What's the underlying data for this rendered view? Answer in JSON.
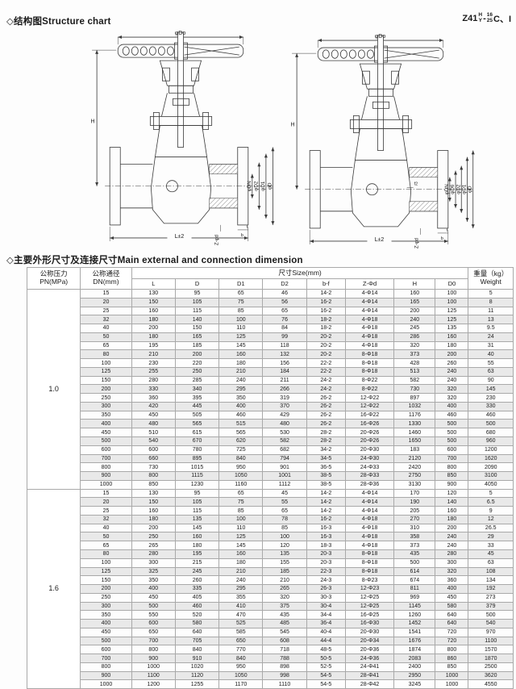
{
  "page": {
    "structure_title": "◇结构图Structure chart",
    "dimension_title": "◇主要外形尺寸及连接尺寸Main external and connection dimension"
  },
  "model": {
    "base": "Z41",
    "sup1": "H",
    "sub1": "Y",
    "dash": "-",
    "sup2": "16",
    "sub2": "25",
    "suffix": "C、I"
  },
  "drawing": {
    "labels": {
      "do": "φDo",
      "h": "H",
      "l": "L±2",
      "z": "Z-φd",
      "b": "b",
      "f": "f",
      "f2": "f2"
    },
    "left_diameters": [
      "φDN",
      "φD2",
      "φD1",
      "φD"
    ],
    "right_diameters": [
      "φDN",
      "φD6",
      "φD2",
      "φD1",
      "φD"
    ]
  },
  "table": {
    "header": {
      "pn_cn": "公称压力",
      "pn_en": "PN(MPa)",
      "dn_cn": "公称通径",
      "dn_en": "DN(mm)",
      "size": "尺寸Size(mm)",
      "weight_cn": "重量（kg）",
      "weight_en": "Weight",
      "size_cols": [
        "L",
        "D",
        "D1",
        "D2",
        "b-f",
        "Z-Φd",
        "H",
        "D0"
      ]
    },
    "groups": [
      {
        "pn": "1.0",
        "rows": [
          [
            "15",
            "130",
            "95",
            "65",
            "46",
            "14-2",
            "4-Φ14",
            "160",
            "100",
            "5"
          ],
          [
            "20",
            "150",
            "105",
            "75",
            "56",
            "16-2",
            "4-Φ14",
            "165",
            "100",
            "8"
          ],
          [
            "25",
            "160",
            "115",
            "85",
            "65",
            "16-2",
            "4-Φ14",
            "200",
            "125",
            "11"
          ],
          [
            "32",
            "180",
            "140",
            "100",
            "76",
            "18-2",
            "4-Φ18",
            "240",
            "125",
            "13"
          ],
          [
            "40",
            "200",
            "150",
            "110",
            "84",
            "18-2",
            "4-Φ18",
            "245",
            "135",
            "9.5"
          ],
          [
            "50",
            "180",
            "165",
            "125",
            "99",
            "20-2",
            "4-Φ18",
            "286",
            "160",
            "24"
          ],
          [
            "65",
            "195",
            "185",
            "145",
            "118",
            "20-2",
            "4-Φ18",
            "320",
            "180",
            "31"
          ],
          [
            "80",
            "210",
            "200",
            "160",
            "132",
            "20-2",
            "8-Φ18",
            "373",
            "200",
            "40"
          ],
          [
            "100",
            "230",
            "220",
            "180",
            "156",
            "22-2",
            "8-Φ18",
            "428",
            "260",
            "55"
          ],
          [
            "125",
            "255",
            "250",
            "210",
            "184",
            "22-2",
            "8-Φ18",
            "513",
            "240",
            "63"
          ],
          [
            "150",
            "280",
            "285",
            "240",
            "211",
            "24-2",
            "8-Φ22",
            "582",
            "240",
            "90"
          ],
          [
            "200",
            "330",
            "340",
            "295",
            "266",
            "24-2",
            "8-Φ22",
            "730",
            "320",
            "145"
          ],
          [
            "250",
            "360",
            "395",
            "350",
            "319",
            "26-2",
            "12-Φ22",
            "897",
            "320",
            "230"
          ],
          [
            "300",
            "420",
            "445",
            "400",
            "370",
            "26-2",
            "12-Φ22",
            "1032",
            "400",
            "330"
          ],
          [
            "350",
            "450",
            "505",
            "460",
            "429",
            "26-2",
            "16-Φ22",
            "1176",
            "460",
            "460"
          ],
          [
            "400",
            "480",
            "565",
            "515",
            "480",
            "26-2",
            "16-Φ26",
            "1330",
            "500",
            "500"
          ],
          [
            "450",
            "510",
            "615",
            "565",
            "530",
            "28-2",
            "20-Φ26",
            "1460",
            "500",
            "680"
          ],
          [
            "500",
            "540",
            "670",
            "620",
            "582",
            "28-2",
            "20-Φ26",
            "1650",
            "500",
            "960"
          ],
          [
            "600",
            "600",
            "780",
            "725",
            "682",
            "34-2",
            "20-Φ30",
            "183",
            "600",
            "1200"
          ],
          [
            "700",
            "660",
            "895",
            "840",
            "794",
            "34-5",
            "24-Φ30",
            "2120",
            "700",
            "1620"
          ],
          [
            "800",
            "730",
            "1015",
            "950",
            "901",
            "36-5",
            "24-Φ33",
            "2420",
            "800",
            "2090"
          ],
          [
            "900",
            "800",
            "1115",
            "1050",
            "1001",
            "38-5",
            "28-Φ33",
            "2750",
            "850",
            "3100"
          ],
          [
            "1000",
            "850",
            "1230",
            "1160",
            "1112",
            "38-5",
            "28-Φ36",
            "3130",
            "900",
            "4050"
          ]
        ]
      },
      {
        "pn": "1.6",
        "rows": [
          [
            "15",
            "130",
            "95",
            "65",
            "45",
            "14-2",
            "4-Φ14",
            "170",
            "120",
            "5"
          ],
          [
            "20",
            "150",
            "105",
            "75",
            "55",
            "14-2",
            "4-Φ14",
            "190",
            "140",
            "6.5"
          ],
          [
            "25",
            "160",
            "115",
            "85",
            "65",
            "14-2",
            "4-Φ14",
            "205",
            "160",
            "9"
          ],
          [
            "32",
            "180",
            "135",
            "100",
            "78",
            "16-2",
            "4-Φ18",
            "270",
            "180",
            "12"
          ],
          [
            "40",
            "200",
            "145",
            "110",
            "85",
            "16-3",
            "4-Φ18",
            "310",
            "200",
            "26.5"
          ],
          [
            "50",
            "250",
            "160",
            "125",
            "100",
            "16-3",
            "4-Φ18",
            "358",
            "240",
            "29"
          ],
          [
            "65",
            "265",
            "180",
            "145",
            "120",
            "18-3",
            "4-Φ18",
            "373",
            "240",
            "33"
          ],
          [
            "80",
            "280",
            "195",
            "160",
            "135",
            "20-3",
            "8-Φ18",
            "435",
            "280",
            "45"
          ],
          [
            "100",
            "300",
            "215",
            "180",
            "155",
            "20-3",
            "8-Φ18",
            "500",
            "300",
            "63"
          ],
          [
            "125",
            "325",
            "245",
            "210",
            "185",
            "22-3",
            "8-Φ18",
            "614",
            "320",
            "108"
          ],
          [
            "150",
            "350",
            "260",
            "240",
            "210",
            "24-3",
            "8-Φ23",
            "674",
            "360",
            "134"
          ],
          [
            "200",
            "400",
            "335",
            "295",
            "265",
            "26-3",
            "12-Φ23",
            "811",
            "400",
            "192"
          ],
          [
            "250",
            "450",
            "405",
            "355",
            "320",
            "30-3",
            "12-Φ25",
            "969",
            "450",
            "273"
          ],
          [
            "300",
            "500",
            "460",
            "410",
            "375",
            "30-4",
            "12-Φ25",
            "1145",
            "580",
            "379"
          ],
          [
            "350",
            "550",
            "520",
            "470",
            "435",
            "34-4",
            "16-Φ25",
            "1260",
            "640",
            "500"
          ],
          [
            "400",
            "600",
            "580",
            "525",
            "485",
            "36-4",
            "16-Φ30",
            "1452",
            "640",
            "540"
          ],
          [
            "450",
            "650",
            "640",
            "585",
            "545",
            "40-4",
            "20-Φ30",
            "1541",
            "720",
            "970"
          ],
          [
            "500",
            "700",
            "705",
            "650",
            "608",
            "44-4",
            "20-Φ34",
            "1676",
            "720",
            "1100"
          ],
          [
            "600",
            "800",
            "840",
            "770",
            "718",
            "48-5",
            "20-Φ36",
            "1874",
            "800",
            "1570"
          ],
          [
            "700",
            "900",
            "910",
            "840",
            "788",
            "50-5",
            "24-Φ36",
            "2083",
            "860",
            "1870"
          ],
          [
            "800",
            "1000",
            "1020",
            "950",
            "898",
            "52-5",
            "24-Φ41",
            "2400",
            "850",
            "2500"
          ],
          [
            "900",
            "1100",
            "1120",
            "1050",
            "998",
            "54-5",
            "28-Φ41",
            "2950",
            "1000",
            "3620"
          ],
          [
            "1000",
            "1200",
            "1255",
            "1170",
            "1110",
            "54-5",
            "28-Φ42",
            "3245",
            "1000",
            "4550"
          ]
        ]
      }
    ]
  }
}
